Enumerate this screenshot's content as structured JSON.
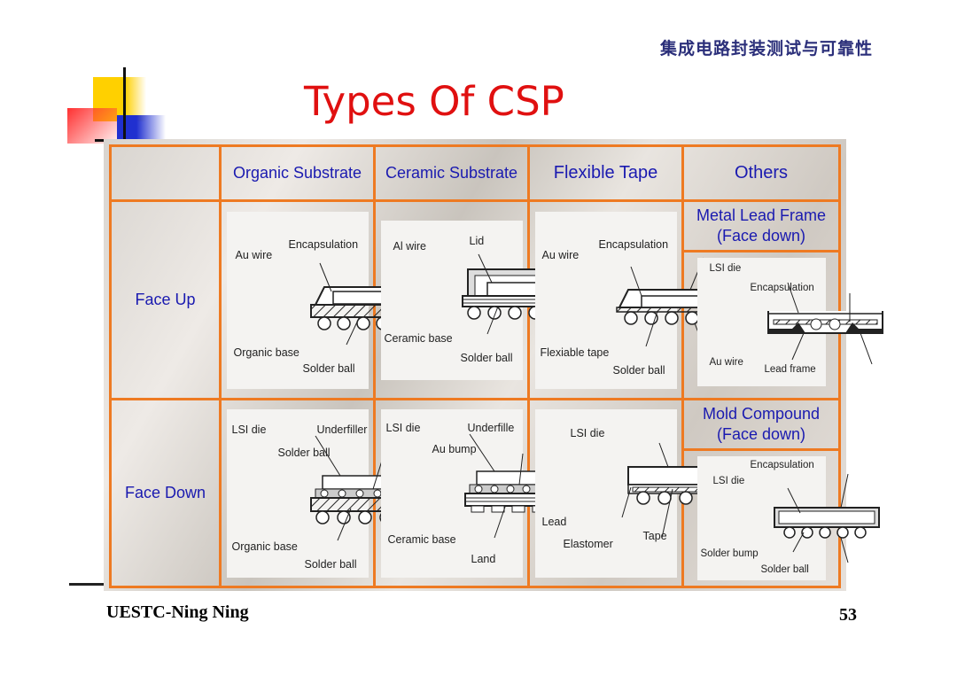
{
  "header": {
    "course_title": "集成电路封装测试与可靠性"
  },
  "slide": {
    "title": "Types Of CSP"
  },
  "table": {
    "corner": "",
    "columns": [
      "Organic Substrate",
      "Ceramic Substrate",
      "Flexible Tape",
      "Others"
    ],
    "rows": [
      {
        "label": "Face Up",
        "cells": [
          {
            "diagram": "organic-face-up",
            "labels": [
              "Au wire",
              "Encapsulation",
              "Organic base",
              "Solder ball"
            ]
          },
          {
            "diagram": "ceramic-face-up",
            "labels": [
              "Al wire",
              "Lid",
              "Ceramic base",
              "Solder ball"
            ]
          },
          {
            "diagram": "tape-face-up",
            "labels": [
              "Au wire",
              "Encapsulation",
              "Flexiable tape",
              "Solder ball"
            ]
          },
          {
            "title": "Metal Lead Frame",
            "subtitle": "(Face down)",
            "diagram": "lead-frame-face-down",
            "labels": [
              "LSI die",
              "Encapsulation",
              "Au wire",
              "Lead frame"
            ]
          }
        ]
      },
      {
        "label": "Face Down",
        "cells": [
          {
            "diagram": "organic-face-down",
            "labels": [
              "LSI die",
              "Underfiller",
              "Solder ball",
              "Organic base",
              "Solder ball"
            ]
          },
          {
            "diagram": "ceramic-face-down",
            "labels": [
              "LSI die",
              "Underfille",
              "Au bump",
              "Ceramic base",
              "Land"
            ]
          },
          {
            "diagram": "tape-face-down",
            "labels": [
              "LSI die",
              "Lead",
              "Elastomer",
              "Tape"
            ]
          },
          {
            "title": "Mold Compound",
            "subtitle": "(Face down)",
            "diagram": "mold-compound-face-down",
            "labels": [
              "Encapsulation",
              "LSI die",
              "Solder bump",
              "Solder ball"
            ]
          }
        ]
      }
    ]
  },
  "footer": {
    "author": "UESTC-Ning Ning",
    "page_number": "53"
  },
  "colors": {
    "title": "#e01010",
    "table_border": "#ee7a22",
    "table_text": "#1a1ab0",
    "header_cn": "#2b2f7a"
  }
}
